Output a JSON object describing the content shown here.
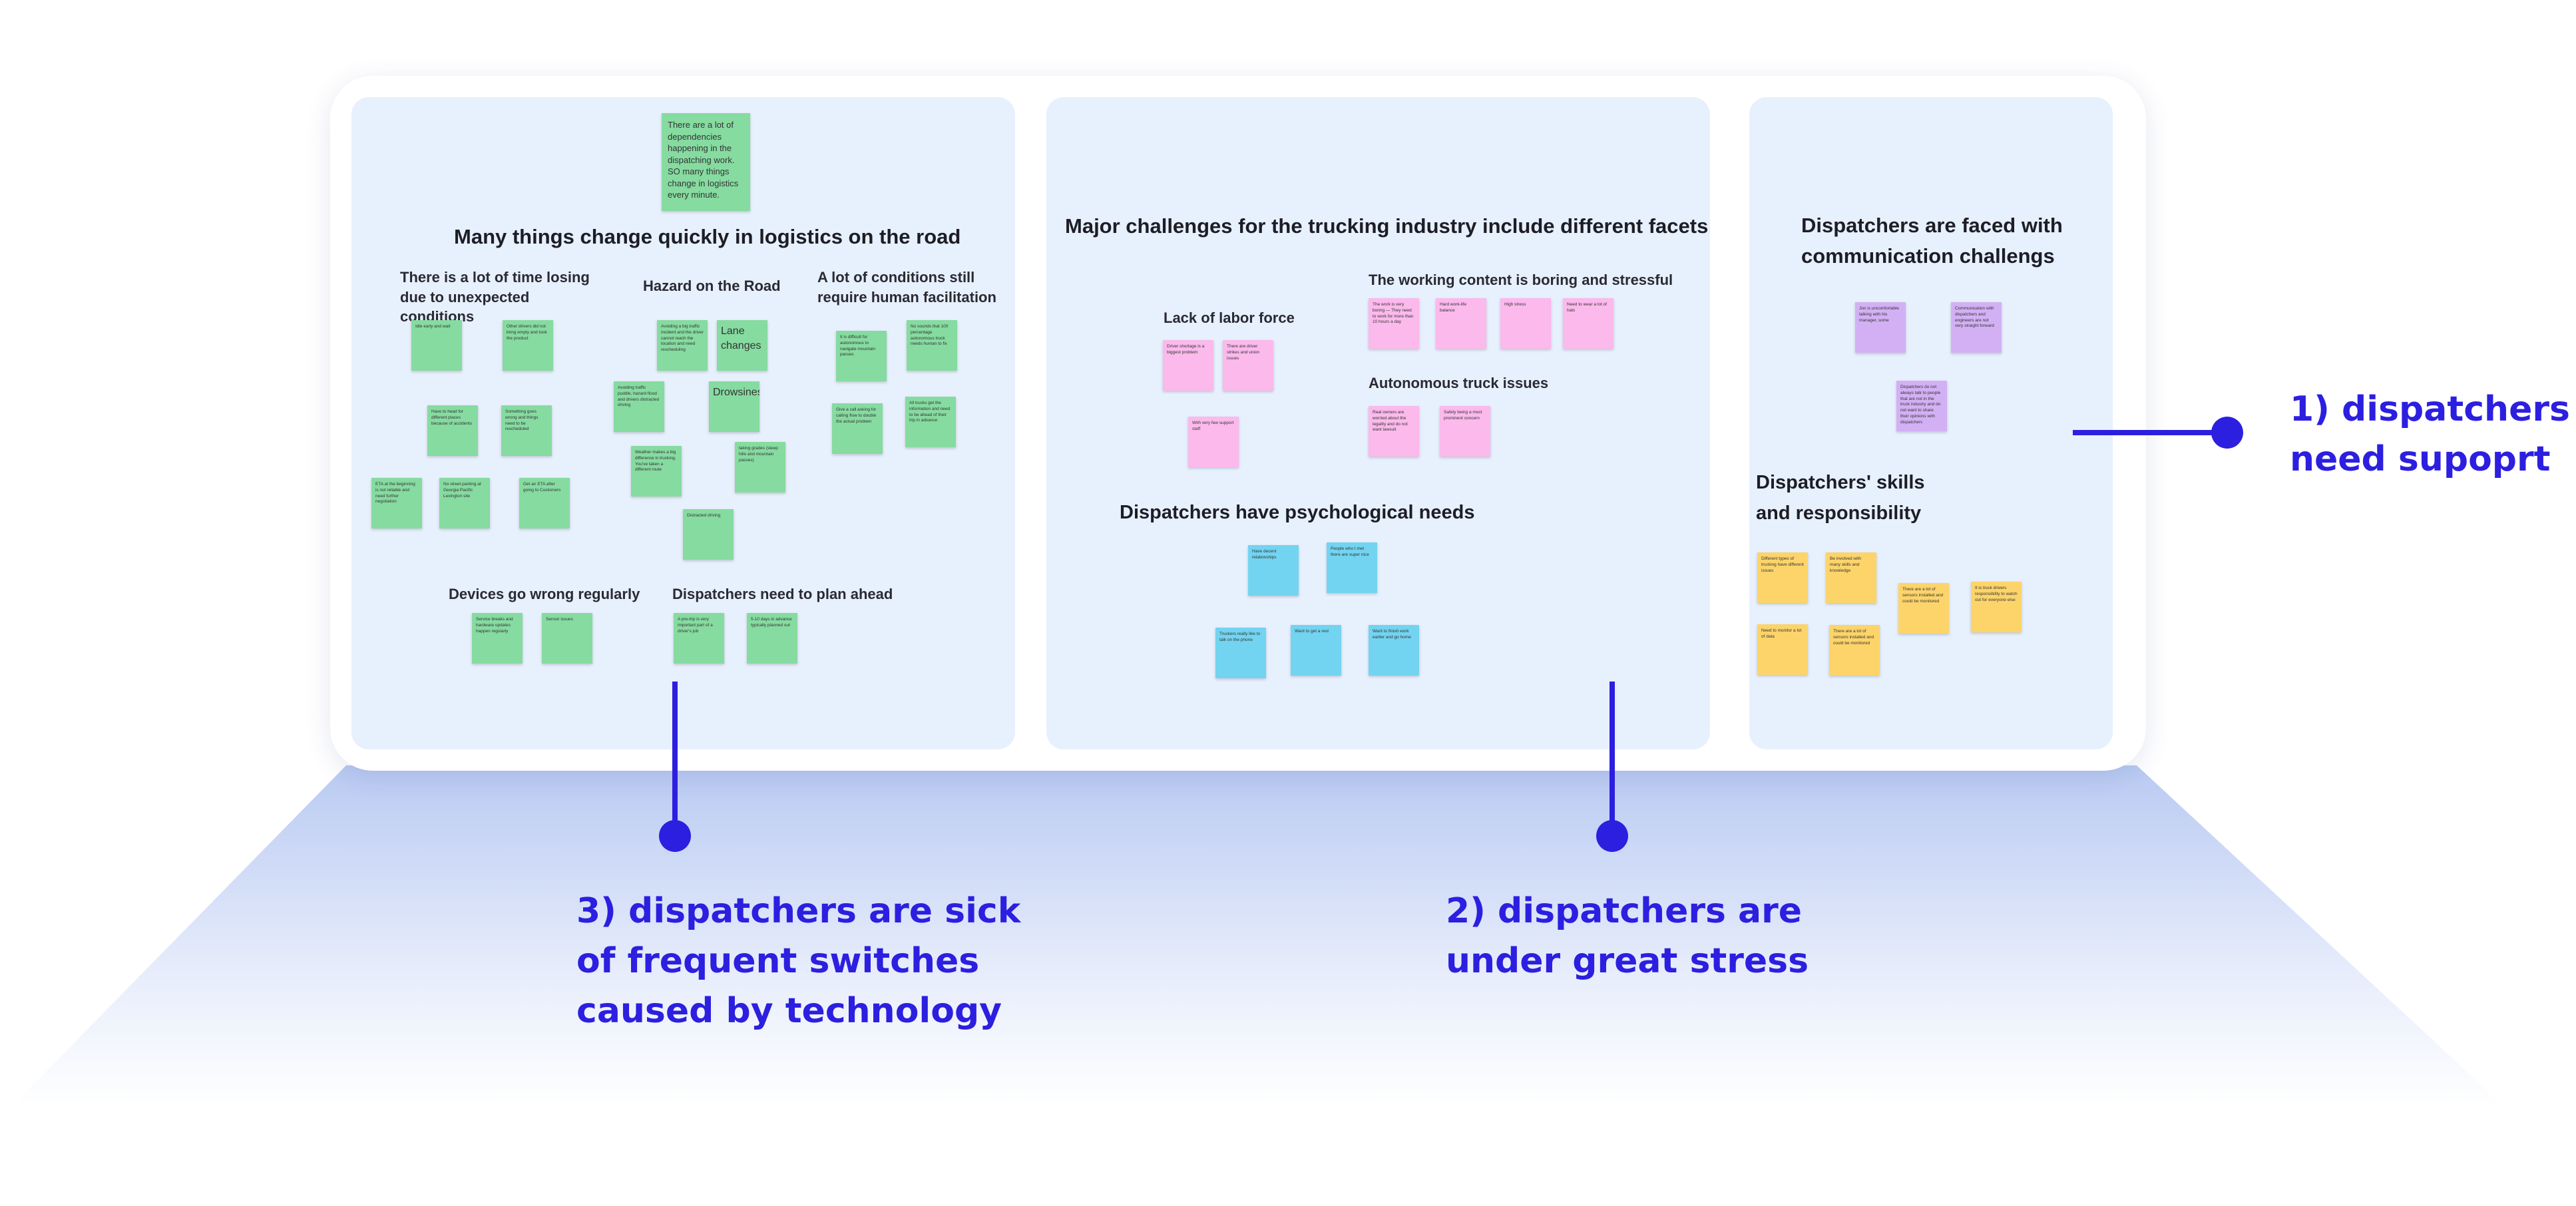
{
  "colors": {
    "accent": "#2c1fe0",
    "panel": "#e7f0fd",
    "note_green": "#86dba0",
    "note_pink": "#fbb9ec",
    "note_blue": "#72d4f0",
    "note_purple": "#d3b0f4",
    "note_yellow": "#fcd46a"
  },
  "panel1": {
    "top_note": "There are a lot of dependencies happening in the dispatching work. SO many things change in logistics every minute.",
    "title": "Many things change quickly in logistics on the road",
    "sub_time": "There is a lot of time losing due to unexpected conditions",
    "sub_hazard": "Hazard on the Road",
    "sub_conditions": "A lot of conditions still require human facilitation",
    "sub_devices": "Devices go wrong regularly",
    "sub_plan": "Dispatchers need to plan ahead",
    "notes": {
      "n1": "Idle early and wait",
      "n2": "Other drivers did not bring empty and took the product",
      "n3": "Have to head for different places because of accidents",
      "n4": "Something goes wrong and things need to be rescheduled",
      "n5": "ETA at the beginning is not reliable and need further negotiation",
      "n6": "No street parking at Georgia Pacific Lexington site",
      "n7": "Get an ETA after going to Customers",
      "h1": "Avoiding a big traffic incident and the driver cannot reach the location and need rescheduling",
      "h2": "Lane changes",
      "h3": "Avoiding traffic puddle, hazard flood and drivers distracted driving",
      "h4": "Drowsiness",
      "h5": "Weather makes a big difference in trucking. You've taken a different route",
      "h6": "taking grades (steep hills and mountain passes)",
      "h7": "Distracted driving",
      "c1": "It is difficult for autonomous to navigate mountain passes",
      "c2": "No sounds that 100 percentage autonomous truck needs human to fix",
      "c3": "Give a call asking for calling flow to double the actual problem",
      "c4": "All trucks get the information and need to be ahead of their trip in advance",
      "d1": "Service breaks and hardware updates happen regularly",
      "d2": "Sensor issues",
      "p1": "A pre-trip is very important part of a driver's job",
      "p2": "5-10 days in advance typically planned out"
    }
  },
  "panel2": {
    "title": "Major challenges for the trucking industry include different facets",
    "sub_labor": "Lack of labor force",
    "sub_working": "The working content is boring and stressful",
    "sub_autonomous": "Autonomous truck issues",
    "sub_psych": "Dispatchers have psychological needs",
    "notes": {
      "l1": "Driver shortage is a biggest problem",
      "l2": "There are driver strikes and union issues",
      "l3": "With very few support staff",
      "w1": "The work is very boring — They need to work for more than 10 hours a day",
      "w2": "Hard work-life balance",
      "w3": "High stress",
      "w4": "Need to wear a lot of hats",
      "a1": "Real owners are worried about the legality and do not want lawsuit",
      "a2": "Safety being a most prominent concern",
      "s1": "Have decent relationships",
      "s2": "People who I met there are super nice",
      "s3": "Truckers really like to talk on the phone",
      "s4": "Want to get a rest",
      "s5": "Want to finish work earlier and go home"
    }
  },
  "panel3": {
    "title": "Dispatchers are faced with communication challengs",
    "sub_skills": "Dispatchers' skills and responsibility",
    "notes": {
      "v1": "Jon is uncomfortable talking with his manager, some",
      "v2": "Communication with dispatchers and engineers are not very straight forward",
      "v3": "Dispatchers do not always talk to people that are not in the truck industry and do not want to share their opinions with dispatchers",
      "y1": "Different types of trucking have different issues",
      "y2": "Be involved with many skills and knowledge",
      "y3": "There are a lot of sensors installed and could be monitored",
      "y4": "It is truck drivers responsibility to watch out for everyone else",
      "y5": "Need to monitor a lot of data",
      "y6": "There are a lot of sensors installed and could be monitored"
    }
  },
  "callouts": {
    "c1": "1) dispatchers\nneed supoprt",
    "c2": "2) dispatchers are\nunder great stress",
    "c3": "3) dispatchers are sick\nof frequent switches\ncaused by technology"
  }
}
